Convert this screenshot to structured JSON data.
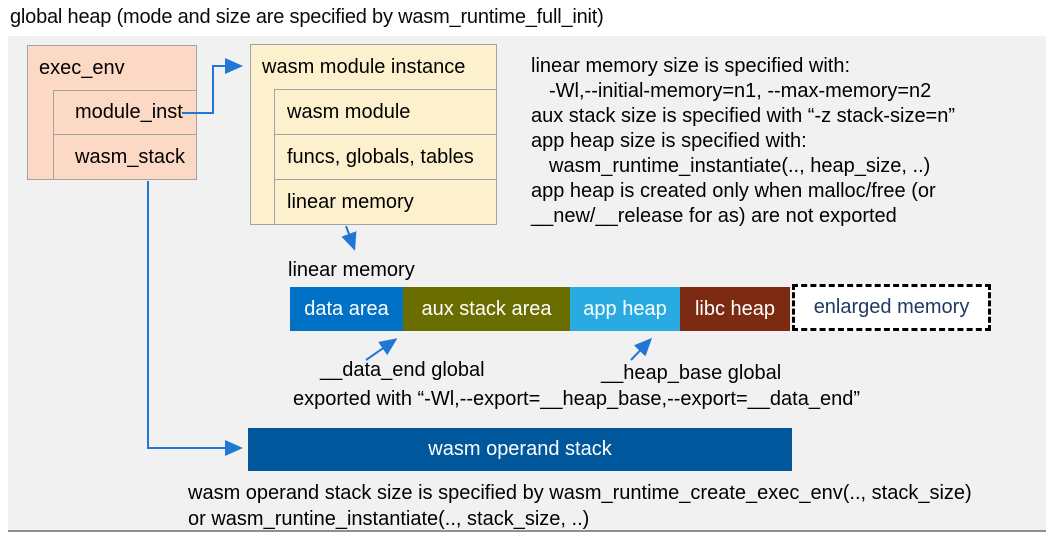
{
  "title": "global heap (mode and size are specified by wasm_runtime_full_init)",
  "exec_env": {
    "title": "exec_env",
    "rows": [
      {
        "label": "module_inst"
      },
      {
        "label": "wasm_stack"
      }
    ]
  },
  "module_instance": {
    "title": "wasm module instance",
    "rows": [
      {
        "label": "wasm module"
      },
      {
        "label": "funcs, globals, tables"
      },
      {
        "label": "linear memory"
      }
    ]
  },
  "right_notes": {
    "lines": [
      {
        "text": "linear memory size is specified with:"
      },
      {
        "text": "-Wl,--initial-memory=n1, --max-memory=n2"
      },
      {
        "text": "aux stack size is specified with “-z stack-size=n”"
      },
      {
        "text": "app heap size is specified with:"
      },
      {
        "text": "wasm_runtime_instantiate(.., heap_size, ..)"
      },
      {
        "text": "app heap is created only when malloc/free (or"
      },
      {
        "text": "__new/__release for as) are not exported"
      }
    ]
  },
  "linear_memory": {
    "label": "linear memory",
    "segments": [
      {
        "label": "data area",
        "color": "#0071c5"
      },
      {
        "label": "aux stack area",
        "color": "#6a6e00"
      },
      {
        "label": "app heap",
        "color": "#29abe2"
      },
      {
        "label": "libc heap",
        "color": "#7c2a12"
      }
    ],
    "enlarged": {
      "label": "enlarged memory",
      "text_color": "#1f3a64"
    }
  },
  "annotations": {
    "data_end": "__data_end global",
    "heap_base": "__heap_base global",
    "export_line": "exported with “-Wl,--export=__heap_base,--export=__data_end”"
  },
  "operand_stack": {
    "label": "wasm operand stack",
    "color": "#00579b"
  },
  "bottom_notes": {
    "line1": "wasm operand stack size is specified by wasm_runtime_create_exec_env(.., stack_size)",
    "line2": "or wasm_runtine_instantiate(.., stack_size, ..)"
  }
}
